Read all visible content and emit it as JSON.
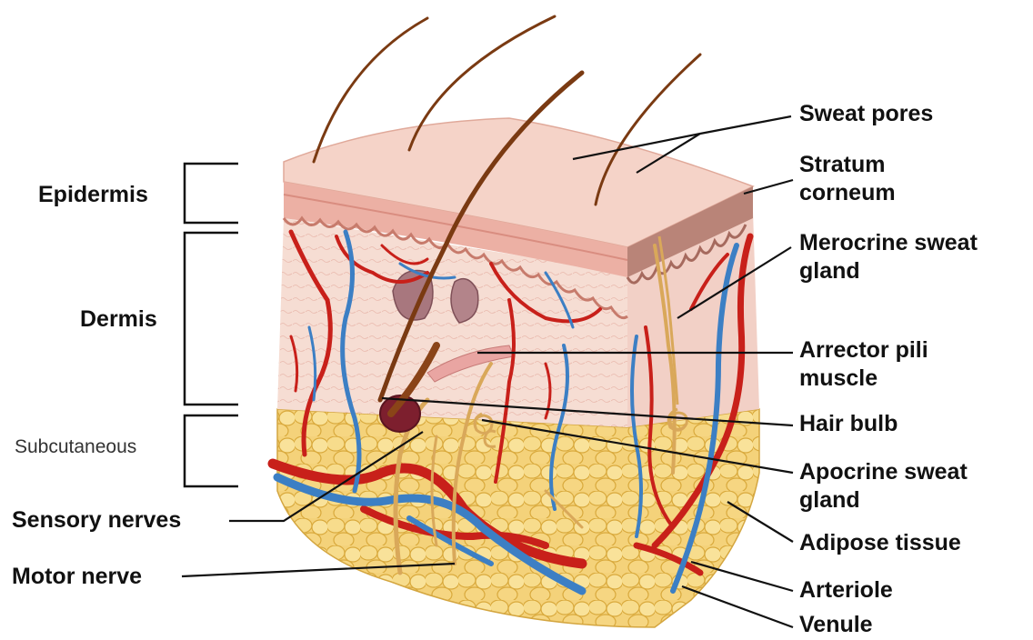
{
  "left_labels": {
    "epidermis": "Epidermis",
    "dermis": "Dermis",
    "subcutaneous": "Subcutaneous",
    "sensory_nerves": "Sensory nerves",
    "motor_nerve": "Motor nerve"
  },
  "right_labels": {
    "sweat_pores": "Sweat pores",
    "stratum_corneum": "Stratum corneum",
    "merocrine_sweat_gland": "Merocrine sweat gland",
    "arrector_pili_muscle": "Arrector pili muscle",
    "hair_bulb": "Hair bulb",
    "apocrine_sweat_gland": "Apocrine sweat gland",
    "adipose_tissue": "Adipose tissue",
    "arteriole": "Arteriole",
    "venule": "Venule"
  },
  "colors": {
    "epidermis": "#f1c6bd",
    "dermis": "#f6ded5",
    "adipose": "#f0c75e",
    "artery": "#c8201a",
    "vein": "#3c7fc4",
    "nerve": "#d9a85a",
    "hair": "#7a3a12"
  }
}
